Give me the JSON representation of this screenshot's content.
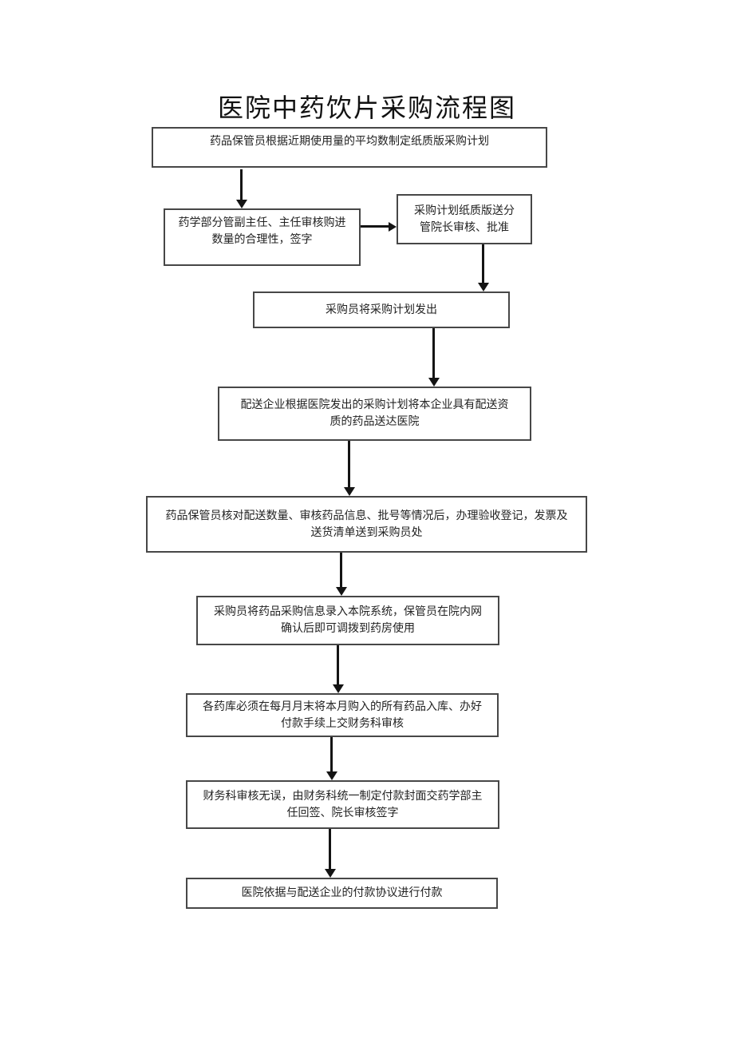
{
  "page": {
    "title": "医院中药饮片采购流程图",
    "background_color": "#ffffff",
    "box_border_color": "#474747",
    "arrow_color": "#141414",
    "text_color": "#222222"
  },
  "flowchart": {
    "nodes": [
      {
        "id": "make-plan",
        "lines": [
          "药品保管员根据近期使用量的平均数制定纸质版采购计划"
        ]
      },
      {
        "id": "dept-review",
        "lines": [
          "药学部分管副主任、主任审核购进",
          "数量的合理性，签字"
        ]
      },
      {
        "id": "president-approval",
        "lines": [
          "采购计划纸质版送分",
          "管院长审核、批准"
        ]
      },
      {
        "id": "send-plan",
        "lines": [
          "采购员将采购计划发出"
        ]
      },
      {
        "id": "delivery",
        "lines": [
          "配送企业根据医院发出的采购计划将本企业具有配送资",
          "质的药品送达医院"
        ]
      },
      {
        "id": "acceptance-check",
        "lines": [
          "药品保管员核对配送数量、审核药品信息、批号等情况后，办理验收登记，发票及",
          "送货清单送到采购员处"
        ]
      },
      {
        "id": "system-entry",
        "lines": [
          "采购员将药品采购信息录入本院系统，保管员在院内网",
          "确认后即可调拨到药房使用"
        ]
      },
      {
        "id": "warehouse-payment-prep",
        "lines": [
          "各药库必须在每月月末将本月购入的所有药品入库、办好",
          "付款手续上交财务科审核"
        ]
      },
      {
        "id": "finance-review",
        "lines": [
          "财务科审核无误，由财务科统一制定付款封面交药学部主",
          "任回签、院长审核签字"
        ]
      },
      {
        "id": "payment",
        "lines": [
          "医院依据与配送企业的付款协议进行付款"
        ]
      }
    ],
    "edges": [
      {
        "from": "make-plan",
        "to": "dept-review",
        "direction": "down"
      },
      {
        "from": "dept-review",
        "to": "president-approval",
        "direction": "right"
      },
      {
        "from": "president-approval",
        "to": "send-plan",
        "direction": "down"
      },
      {
        "from": "send-plan",
        "to": "delivery",
        "direction": "down"
      },
      {
        "from": "delivery",
        "to": "acceptance-check",
        "direction": "down"
      },
      {
        "from": "acceptance-check",
        "to": "system-entry",
        "direction": "down"
      },
      {
        "from": "system-entry",
        "to": "warehouse-payment-prep",
        "direction": "down"
      },
      {
        "from": "warehouse-payment-prep",
        "to": "finance-review",
        "direction": "down"
      },
      {
        "from": "finance-review",
        "to": "payment",
        "direction": "down"
      }
    ]
  }
}
